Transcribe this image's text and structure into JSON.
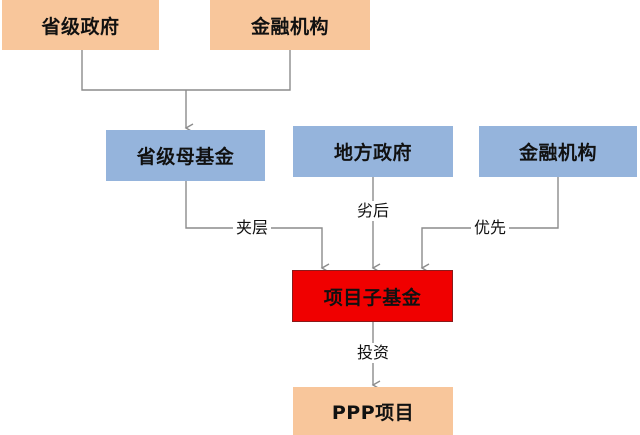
{
  "nodes": {
    "provincial_gov": "省级政府",
    "financial_inst_top": "金融机构",
    "provincial_mother_fund": "省级母基金",
    "local_gov": "地方政府",
    "financial_inst_right": "金融机构",
    "project_sub_fund": "项目子基金",
    "ppp_project": "PPP项目"
  },
  "edges": {
    "mezzanine": "夹层",
    "subordinated": "劣后",
    "senior": "优先",
    "investment": "投资"
  },
  "colors": {
    "peach": "#f8c69b",
    "blue": "#95b4dc",
    "red": "#f00000",
    "line": "#8c8c8c"
  }
}
